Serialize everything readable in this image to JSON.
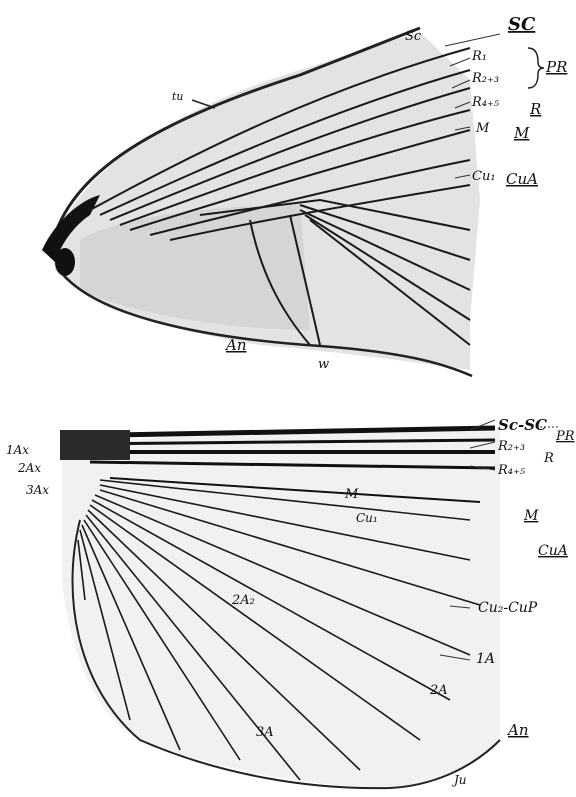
{
  "upper_wing": {
    "labels": {
      "sc_small": "Sc",
      "r1": "R₁",
      "r23": "R₂₊₃",
      "r45": "R₄₊₅",
      "m": "M",
      "cu1": "Cu₁",
      "tu": "tu",
      "an": "An",
      "w": "w",
      "sc_group": "SC",
      "pr_group": "PR",
      "r_group": "R",
      "m_group": "M",
      "cua_group": "CuA"
    }
  },
  "lower_wing": {
    "labels": {
      "ax1": "1Ax",
      "ax2": "2Ax",
      "ax3": "3Ax",
      "sc_sc": "Sc-SC",
      "r23": "R₂₊₃",
      "r45": "R₄₊₅",
      "pr": "PR",
      "r": "R",
      "m_inner": "M",
      "cu1": "Cu₁",
      "m_group": "M",
      "cua_group": "CuA",
      "cu2_cup": "Cu₂-CuP",
      "a1": "1A",
      "a2": "2A",
      "a2_inner": "2A₂",
      "a3": "3A",
      "an": "An",
      "ju": "Ju"
    }
  }
}
